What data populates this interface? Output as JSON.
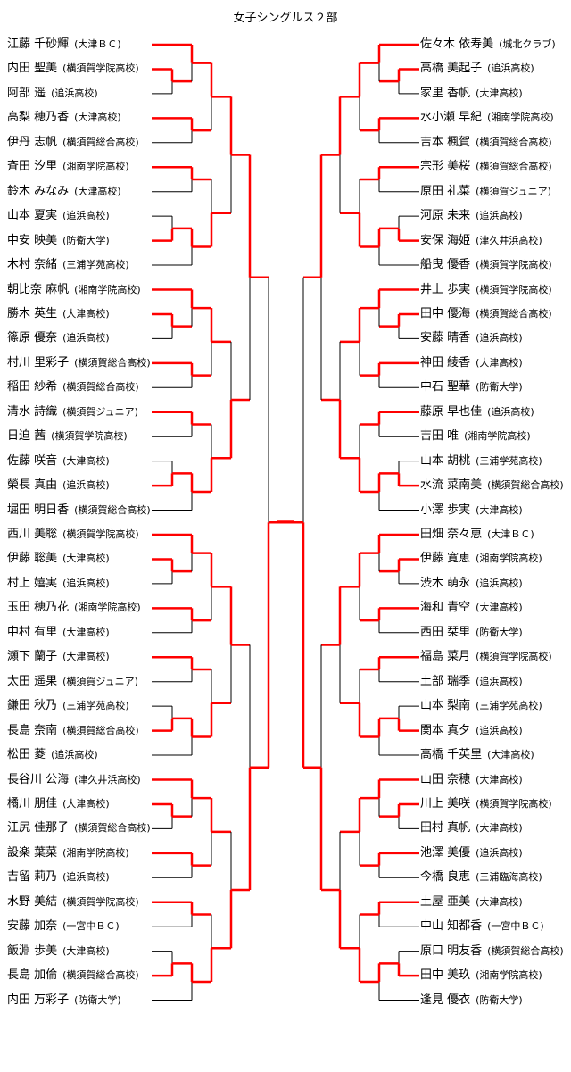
{
  "title": "女子シングルス２部",
  "left_players": [
    {
      "name": "江藤 千砂輝",
      "team": "(大津ＢＣ)"
    },
    {
      "name": "内田 聖美",
      "team": "(横須賀学院高校)"
    },
    {
      "name": "阿部 遥",
      "team": "(追浜高校)"
    },
    {
      "name": "高梨 穂乃香",
      "team": "(大津高校)"
    },
    {
      "name": "伊丹 志帆",
      "team": "(横須賀総合高校)"
    },
    {
      "name": "斉田 汐里",
      "team": "(湘南学院高校)"
    },
    {
      "name": "鈴木 みなみ",
      "team": "(大津高校)"
    },
    {
      "name": "山本 夏実",
      "team": "(追浜高校)"
    },
    {
      "name": "中安 映美",
      "team": "(防衛大学)"
    },
    {
      "name": "木村 奈緒",
      "team": "(三浦学苑高校)"
    },
    {
      "name": "朝比奈 麻帆",
      "team": "(湘南学院高校)"
    },
    {
      "name": "勝木 英生",
      "team": "(大津高校)"
    },
    {
      "name": "篠原 優奈",
      "team": "(追浜高校)"
    },
    {
      "name": "村川 里彩子",
      "team": "(横須賀総合高校)"
    },
    {
      "name": "稲田 紗希",
      "team": "(横須賀総合高校)"
    },
    {
      "name": "清水 詩織",
      "team": "(横須賀ジュニア)"
    },
    {
      "name": "日迫 茜",
      "team": "(横須賀学院高校)"
    },
    {
      "name": "佐藤 咲音",
      "team": "(大津高校)"
    },
    {
      "name": "榮長 真由",
      "team": "(追浜高校)"
    },
    {
      "name": "堀田 明日香",
      "team": "(横須賀総合高校)"
    },
    {
      "name": "西川 美聡",
      "team": "(横須賀学院高校)"
    },
    {
      "name": "伊藤 聡美",
      "team": "(大津高校)"
    },
    {
      "name": "村上 嬉実",
      "team": "(追浜高校)"
    },
    {
      "name": "玉田 穂乃花",
      "team": "(湘南学院高校)"
    },
    {
      "name": "中村 有里",
      "team": "(大津高校)"
    },
    {
      "name": "瀬下 蘭子",
      "team": "(大津高校)"
    },
    {
      "name": "太田 遥果",
      "team": "(横須賀ジュニア)"
    },
    {
      "name": "鎌田 秋乃",
      "team": "(三浦学苑高校)"
    },
    {
      "name": "長島 奈南",
      "team": "(横須賀総合高校)"
    },
    {
      "name": "松田 菱",
      "team": "(追浜高校)"
    },
    {
      "name": "長谷川 公海",
      "team": "(津久井浜高校)"
    },
    {
      "name": "橘川 朋佳",
      "team": "(大津高校)"
    },
    {
      "name": "江尻 佳那子",
      "team": "(横須賀総合高校)"
    },
    {
      "name": "設楽 葉菜",
      "team": "(湘南学院高校)"
    },
    {
      "name": "吉留 莉乃",
      "team": "(追浜高校)"
    },
    {
      "name": "水野 美結",
      "team": "(横須賀学院高校)"
    },
    {
      "name": "安藤 加奈",
      "team": "(一宮中ＢＣ)"
    },
    {
      "name": "飯淵 歩美",
      "team": "(大津高校)"
    },
    {
      "name": "長島 加倫",
      "team": "(横須賀総合高校)"
    },
    {
      "name": "内田 万彩子",
      "team": "(防衛大学)"
    }
  ],
  "right_players": [
    {
      "name": "佐々木 依寿美",
      "team": "(城北クラブ)"
    },
    {
      "name": "高橋 美起子",
      "team": "(追浜高校)"
    },
    {
      "name": "家里 香帆",
      "team": "(大津高校)"
    },
    {
      "name": "水小瀬 早紀",
      "team": "(湘南学院高校)"
    },
    {
      "name": "吉本 楓賀",
      "team": "(横須賀総合高校)"
    },
    {
      "name": "宗形 美桜",
      "team": "(横須賀総合高校)"
    },
    {
      "name": "原田 礼菜",
      "team": "(横須賀ジュニア)"
    },
    {
      "name": "河原 未来",
      "team": "(追浜高校)"
    },
    {
      "name": "安保 海姫",
      "team": "(津久井浜高校)"
    },
    {
      "name": "船曳 優香",
      "team": "(横須賀学院高校)"
    },
    {
      "name": "井上 歩実",
      "team": "(横須賀学院高校)"
    },
    {
      "name": "田中 優海",
      "team": "(横須賀総合高校)"
    },
    {
      "name": "安藤 晴香",
      "team": "(追浜高校)"
    },
    {
      "name": "神田 綾香",
      "team": "(大津高校)"
    },
    {
      "name": "中石 聖華",
      "team": "(防衛大学)"
    },
    {
      "name": "藤原 早也佳",
      "team": "(追浜高校)"
    },
    {
      "name": "吉田 唯",
      "team": "(湘南学院高校)"
    },
    {
      "name": "山本 胡桃",
      "team": "(三浦学苑高校)"
    },
    {
      "name": "水流 菜南美",
      "team": "(横須賀総合高校)"
    },
    {
      "name": "小澤 歩実",
      "team": "(大津高校)"
    },
    {
      "name": "田畑 奈々恵",
      "team": "(大津ＢＣ)"
    },
    {
      "name": "伊藤 寛恵",
      "team": "(湘南学院高校)"
    },
    {
      "name": "渋木 萌永",
      "team": "(追浜高校)"
    },
    {
      "name": "海和 青空",
      "team": "(大津高校)"
    },
    {
      "name": "西田 栞里",
      "team": "(防衛大学)"
    },
    {
      "name": "福島 菜月",
      "team": "(横須賀学院高校)"
    },
    {
      "name": "土部 瑞季",
      "team": "(追浜高校)"
    },
    {
      "name": "山本 梨南",
      "team": "(三浦学苑高校)"
    },
    {
      "name": "関本 真夕",
      "team": "(追浜高校)"
    },
    {
      "name": "高橋 千英里",
      "team": "(大津高校)"
    },
    {
      "name": "山田 奈穂",
      "team": "(大津高校)"
    },
    {
      "name": "川上 美咲",
      "team": "(横須賀学院高校)"
    },
    {
      "name": "田村 真帆",
      "team": "(大津高校)"
    },
    {
      "name": "池澤 美優",
      "team": "(追浜高校)"
    },
    {
      "name": "今橋 良恵",
      "team": "(三浦臨海高校)"
    },
    {
      "name": "土屋 亜美",
      "team": "(大津高校)"
    },
    {
      "name": "中山 知都香",
      "team": "(一宮中ＢＣ)"
    },
    {
      "name": "原口 明友香",
      "team": "(横須賀総合高校)"
    },
    {
      "name": "田中 美玖",
      "team": "(湘南学院高校)"
    },
    {
      "name": "逢見 優衣",
      "team": "(防衛大学)"
    }
  ],
  "colors": {
    "winner_line": "#ff0000",
    "loser_line": "#000000"
  }
}
